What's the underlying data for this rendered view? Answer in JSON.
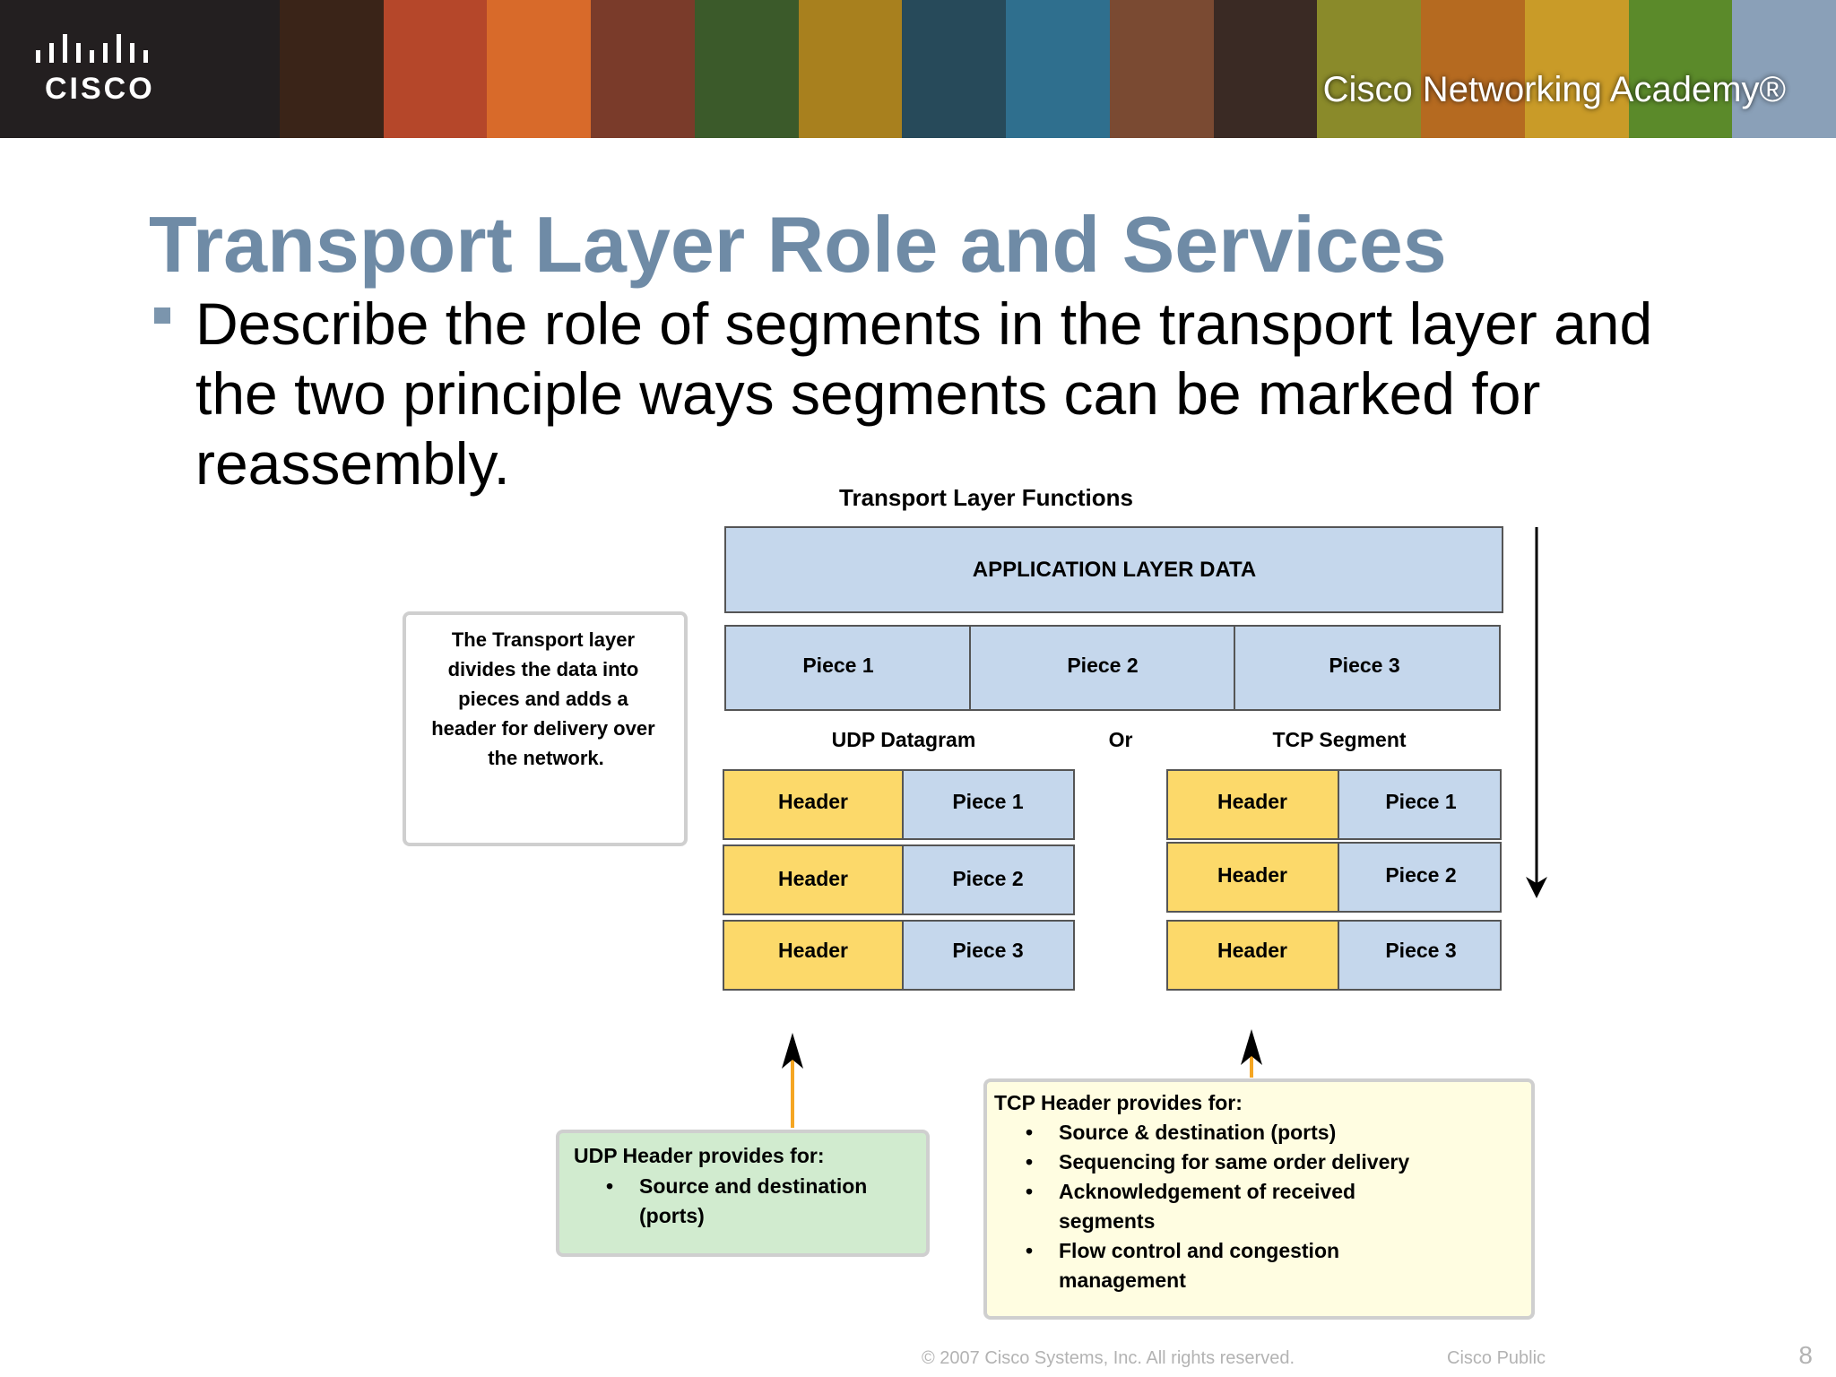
{
  "banner": {
    "logo_text": "CISCO",
    "caption": "Cisco Networking Academy®",
    "strip_colors": [
      "#3a2418",
      "#b5472a",
      "#d86a2a",
      "#7a3b2a",
      "#3b5a2a",
      "#a8801e",
      "#274a5a",
      "#2f6f8e",
      "#7a4a32",
      "#3a2a24",
      "#8a8a2a",
      "#b56a20",
      "#c99b28",
      "#5b8a2a",
      "#8aa0b8"
    ]
  },
  "slide": {
    "title": "Transport Layer Role and Services",
    "bullet": "Describe the role of segments in the transport layer and the two principle ways segments can be marked for reassembly."
  },
  "diagram": {
    "title": "Transport Layer Functions",
    "app_data_label": "APPLICATION LAYER DATA",
    "pieces": [
      "Piece 1",
      "Piece 2",
      "Piece 3"
    ],
    "udp_label": "UDP Datagram",
    "or_label": "Or",
    "tcp_label": "TCP Segment",
    "header_label": "Header",
    "side_note": [
      "The Transport layer",
      "divides the data into",
      "pieces and adds a",
      "header for delivery over",
      "the network."
    ],
    "udp_box": {
      "title": "UDP Header provides for:",
      "items": [
        "Source and destination (ports)"
      ],
      "lines": [
        "Source and destination",
        "(ports)"
      ]
    },
    "tcp_box": {
      "title": "TCP Header provides for:",
      "items": [
        "Source & destination (ports)",
        "Sequencing for same order delivery",
        "Acknowledgement of received segments",
        "Flow control and congestion management"
      ],
      "lines": [
        "Source & destination (ports)",
        "Sequencing for same order delivery",
        "Acknowledgement of received",
        "segments",
        "Flow control and congestion",
        "management"
      ]
    },
    "colors": {
      "blue_fill": "#c5d7ec",
      "yellow_fill": "#fcd96a",
      "green_fill": "#d1ebcf",
      "cream_fill": "#fffde1",
      "orange_arrow": "#f5a623"
    }
  },
  "footer": {
    "copyright": "© 2007 Cisco Systems, Inc. All rights reserved.",
    "classification": "Cisco Public",
    "page": "8"
  }
}
